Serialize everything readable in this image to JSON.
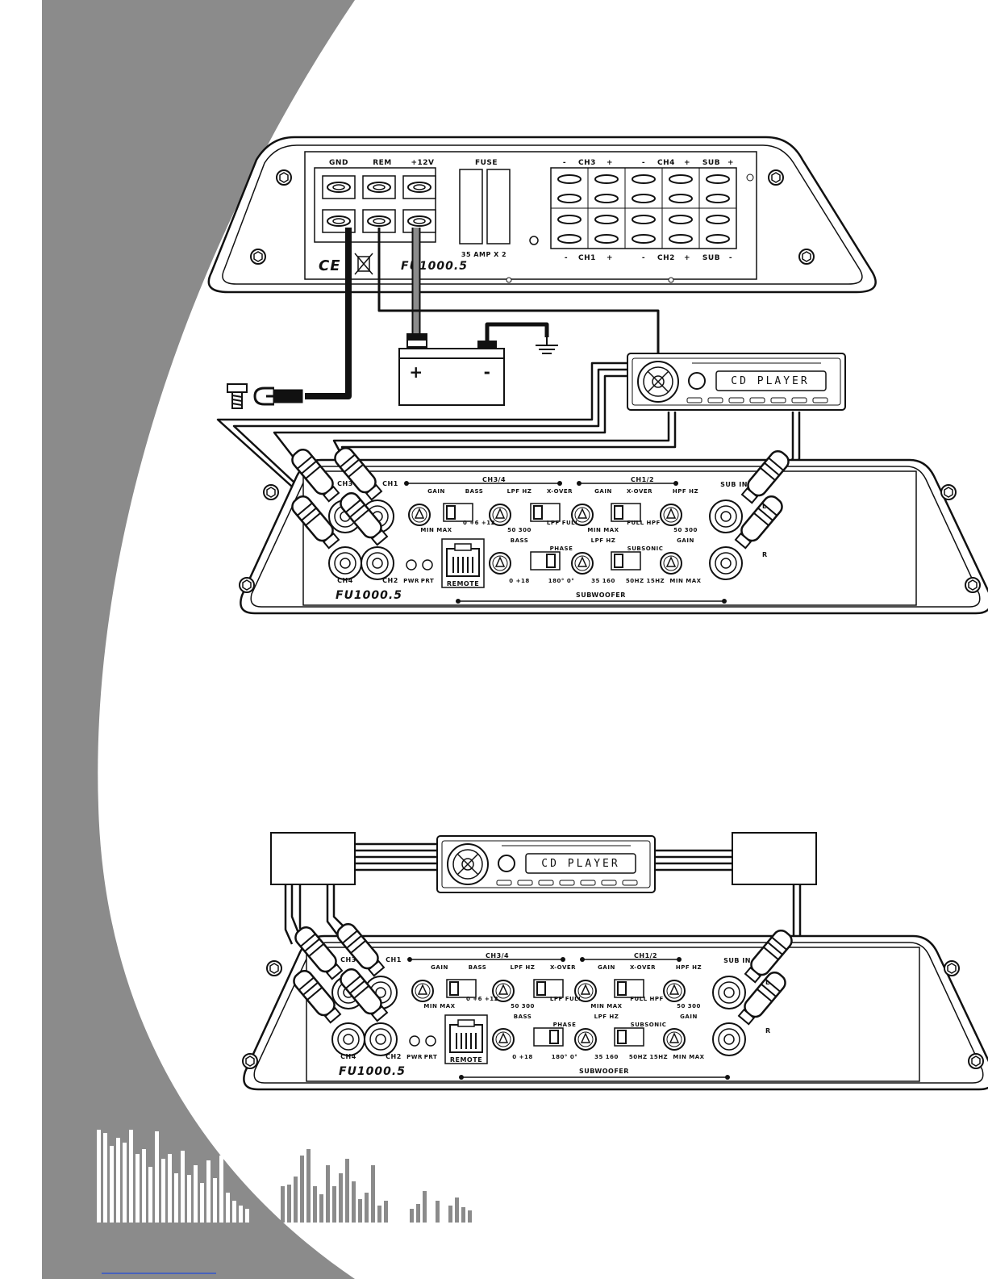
{
  "top_amp": {
    "power_terminals": [
      "GND",
      "REM",
      "+12V"
    ],
    "fuse_label": "FUSE",
    "fuse_rating": "35 AMP X 2",
    "speaker_top": [
      "-",
      "CH3",
      "+",
      "-",
      "CH4",
      "+",
      "SUB",
      "+"
    ],
    "speaker_bottom": [
      "-",
      "CH1",
      "+",
      "-",
      "CH2",
      "+",
      "SUB",
      "-"
    ],
    "model": "FU1000.5",
    "ce_mark": "CE"
  },
  "battery": {
    "plus": "+",
    "minus": "-"
  },
  "head_unit": {
    "display": "CD PLAYER"
  },
  "front_panel": {
    "inputs_left_top": [
      "CH3",
      "CH1"
    ],
    "inputs_left_bottom": [
      "CH4",
      "CH2"
    ],
    "sub_in": "SUB IN",
    "side_l": "L",
    "side_r": "R",
    "group_ch34": "CH3/4",
    "group_ch12": "CH1/2",
    "group_sub": "SUBWOOFER",
    "row1_titles": [
      "GAIN",
      "BASS",
      "LPF HZ",
      "X-OVER",
      "GAIN",
      "X-OVER",
      "HPF HZ"
    ],
    "row1_ranges": [
      "MIN MAX",
      "0 +6 +12",
      "50 300",
      "LPF FULL",
      "MIN MAX",
      "FULL HPF",
      "50 300"
    ],
    "row2_titles": [
      "BASS",
      "PHASE",
      "LPF HZ",
      "SUBSONIC",
      "GAIN"
    ],
    "row2_ranges": [
      "0 +18",
      "180° 0°",
      "35 160",
      "50HZ 15HZ",
      "MIN MAX"
    ],
    "led_pwr": "PWR",
    "led_prt": "PRT",
    "remote": "REMOTE",
    "model": "FU1000.5"
  }
}
